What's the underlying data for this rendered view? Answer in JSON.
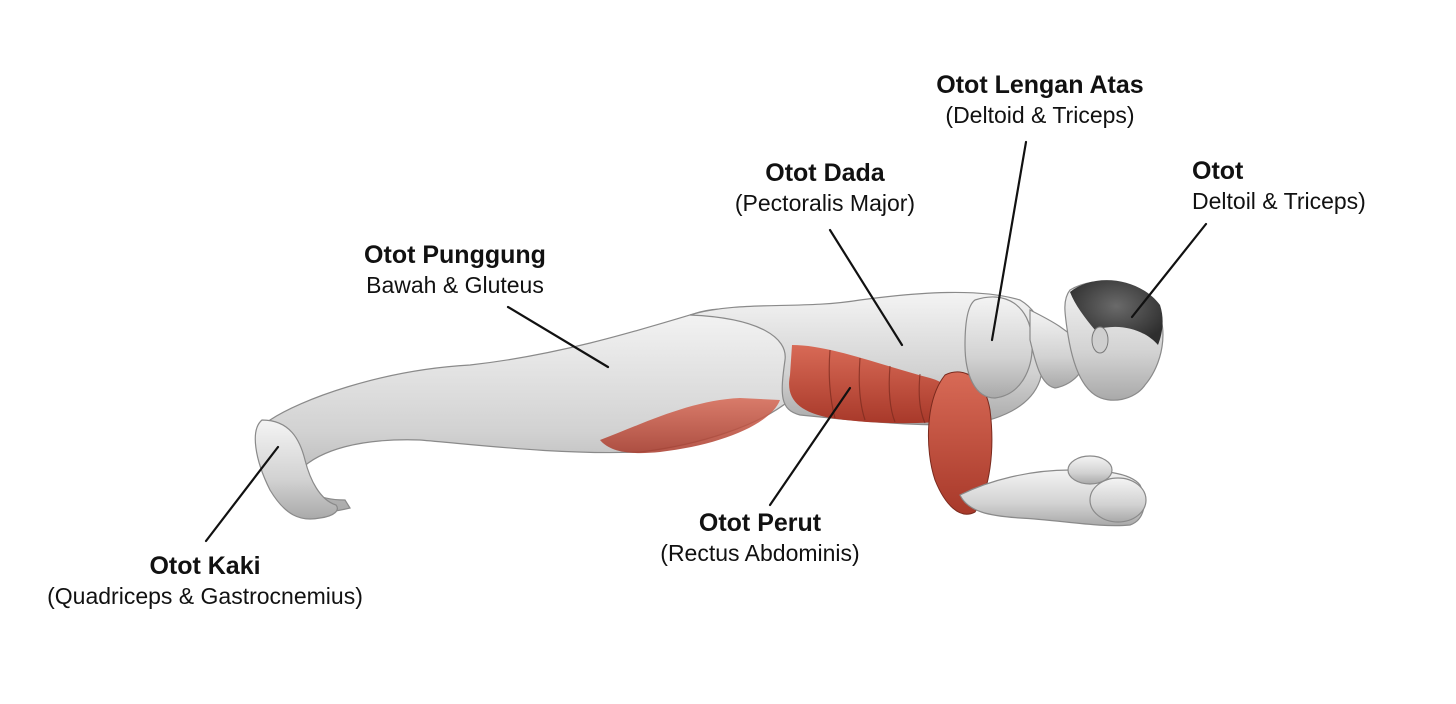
{
  "labels": {
    "lengan_atas": {
      "title": "Otot Lengan Atas",
      "sub": "(Deltoid & Triceps)"
    },
    "dada": {
      "title": "Otot Dada",
      "sub": "(Pectoralis Major)"
    },
    "otot": {
      "title": "Otot",
      "sub": "Deltoil & Triceps)"
    },
    "punggung": {
      "title": "Otot Punggung",
      "sub": "Bawah & Gluteus"
    },
    "perut": {
      "title": "Otot Perut",
      "sub": "(Rectus Abdominis)"
    },
    "kaki": {
      "title": "Otot Kaki",
      "sub": "(Quadriceps & Gastrocnemius)"
    }
  },
  "colors": {
    "muscle_highlight": "#c4523f",
    "muscle_base": "#dcdcdc",
    "line": "#111111"
  }
}
